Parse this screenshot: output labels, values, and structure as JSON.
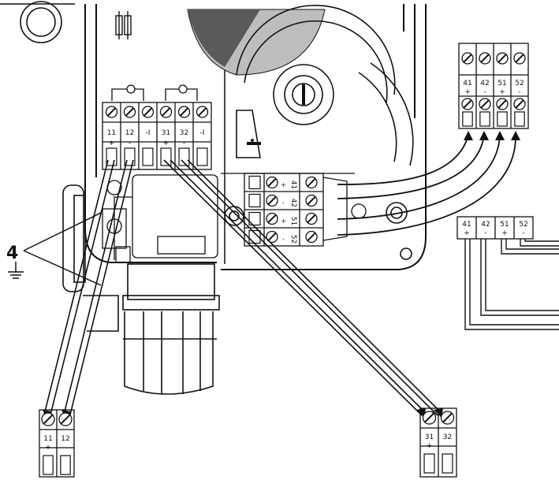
{
  "ground_label": "4",
  "main_block": {
    "terminals": [
      "11",
      "12",
      "-I",
      "31",
      "32",
      "-I"
    ],
    "signs": [
      "+",
      "-",
      "",
      "+",
      "-",
      ""
    ]
  },
  "actuator_block": {
    "terminals": [
      "41",
      "42",
      "51",
      "52"
    ],
    "signs": [
      "+",
      "-",
      "+",
      "-"
    ]
  },
  "right_block_top": {
    "terminals": [
      "41",
      "42",
      "51",
      "52"
    ],
    "signs": [
      "+",
      "-",
      "+",
      "-"
    ]
  },
  "right_block_mid": {
    "terminals": [
      "41",
      "42",
      "51",
      "52"
    ],
    "signs": [
      "+",
      "-",
      "+",
      "-"
    ]
  },
  "bottom_left_block": {
    "terminals": [
      "11",
      "12"
    ],
    "signs": [
      "+",
      "-"
    ]
  },
  "bottom_right_block": {
    "terminals": [
      "31",
      "32"
    ],
    "signs": [
      "+",
      "-"
    ]
  }
}
